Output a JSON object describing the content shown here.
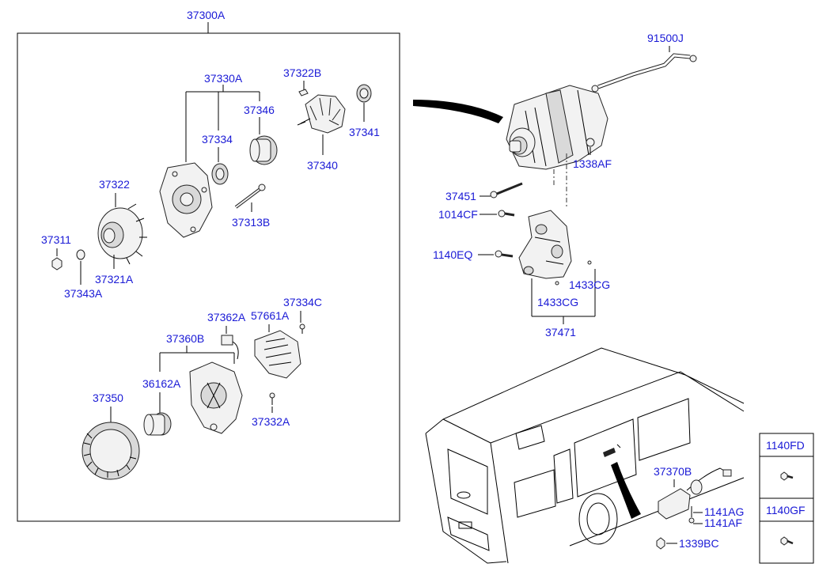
{
  "labels": {
    "main_assembly": "37300A",
    "harness": "91500J",
    "alt_housing": "37330A",
    "retainer": "37322B",
    "bearing_front": "37346",
    "bearing_rear": "37341",
    "bearing": "37334",
    "rotor": "37340",
    "thru_bolt": "37313B",
    "fan": "37322",
    "nut": "37311",
    "pulley": "37321A",
    "washer": "37343A",
    "bolt_rear": "37362A",
    "screw_a": "37334C",
    "cover": "57661A",
    "rear_housing": "37360B",
    "rectifier": "36162A",
    "stator": "37350",
    "screw_b": "37332A",
    "nut_top": "1338AF",
    "long_bolt": "37451",
    "bolt_1014": "1014CF",
    "bolt_1140": "1140EQ",
    "pin_right": "1433CG",
    "pin_left": "1433CG",
    "bracket": "37471",
    "regulator": "37370B",
    "bolt_1141ag": "1141AG",
    "bolt_1141af": "1141AF",
    "nut_1339": "1339BC"
  },
  "side_table": {
    "cells": [
      "1140FD",
      "1140GF"
    ]
  },
  "colors": {
    "label": "#1a1ad6",
    "line": "#000000"
  }
}
